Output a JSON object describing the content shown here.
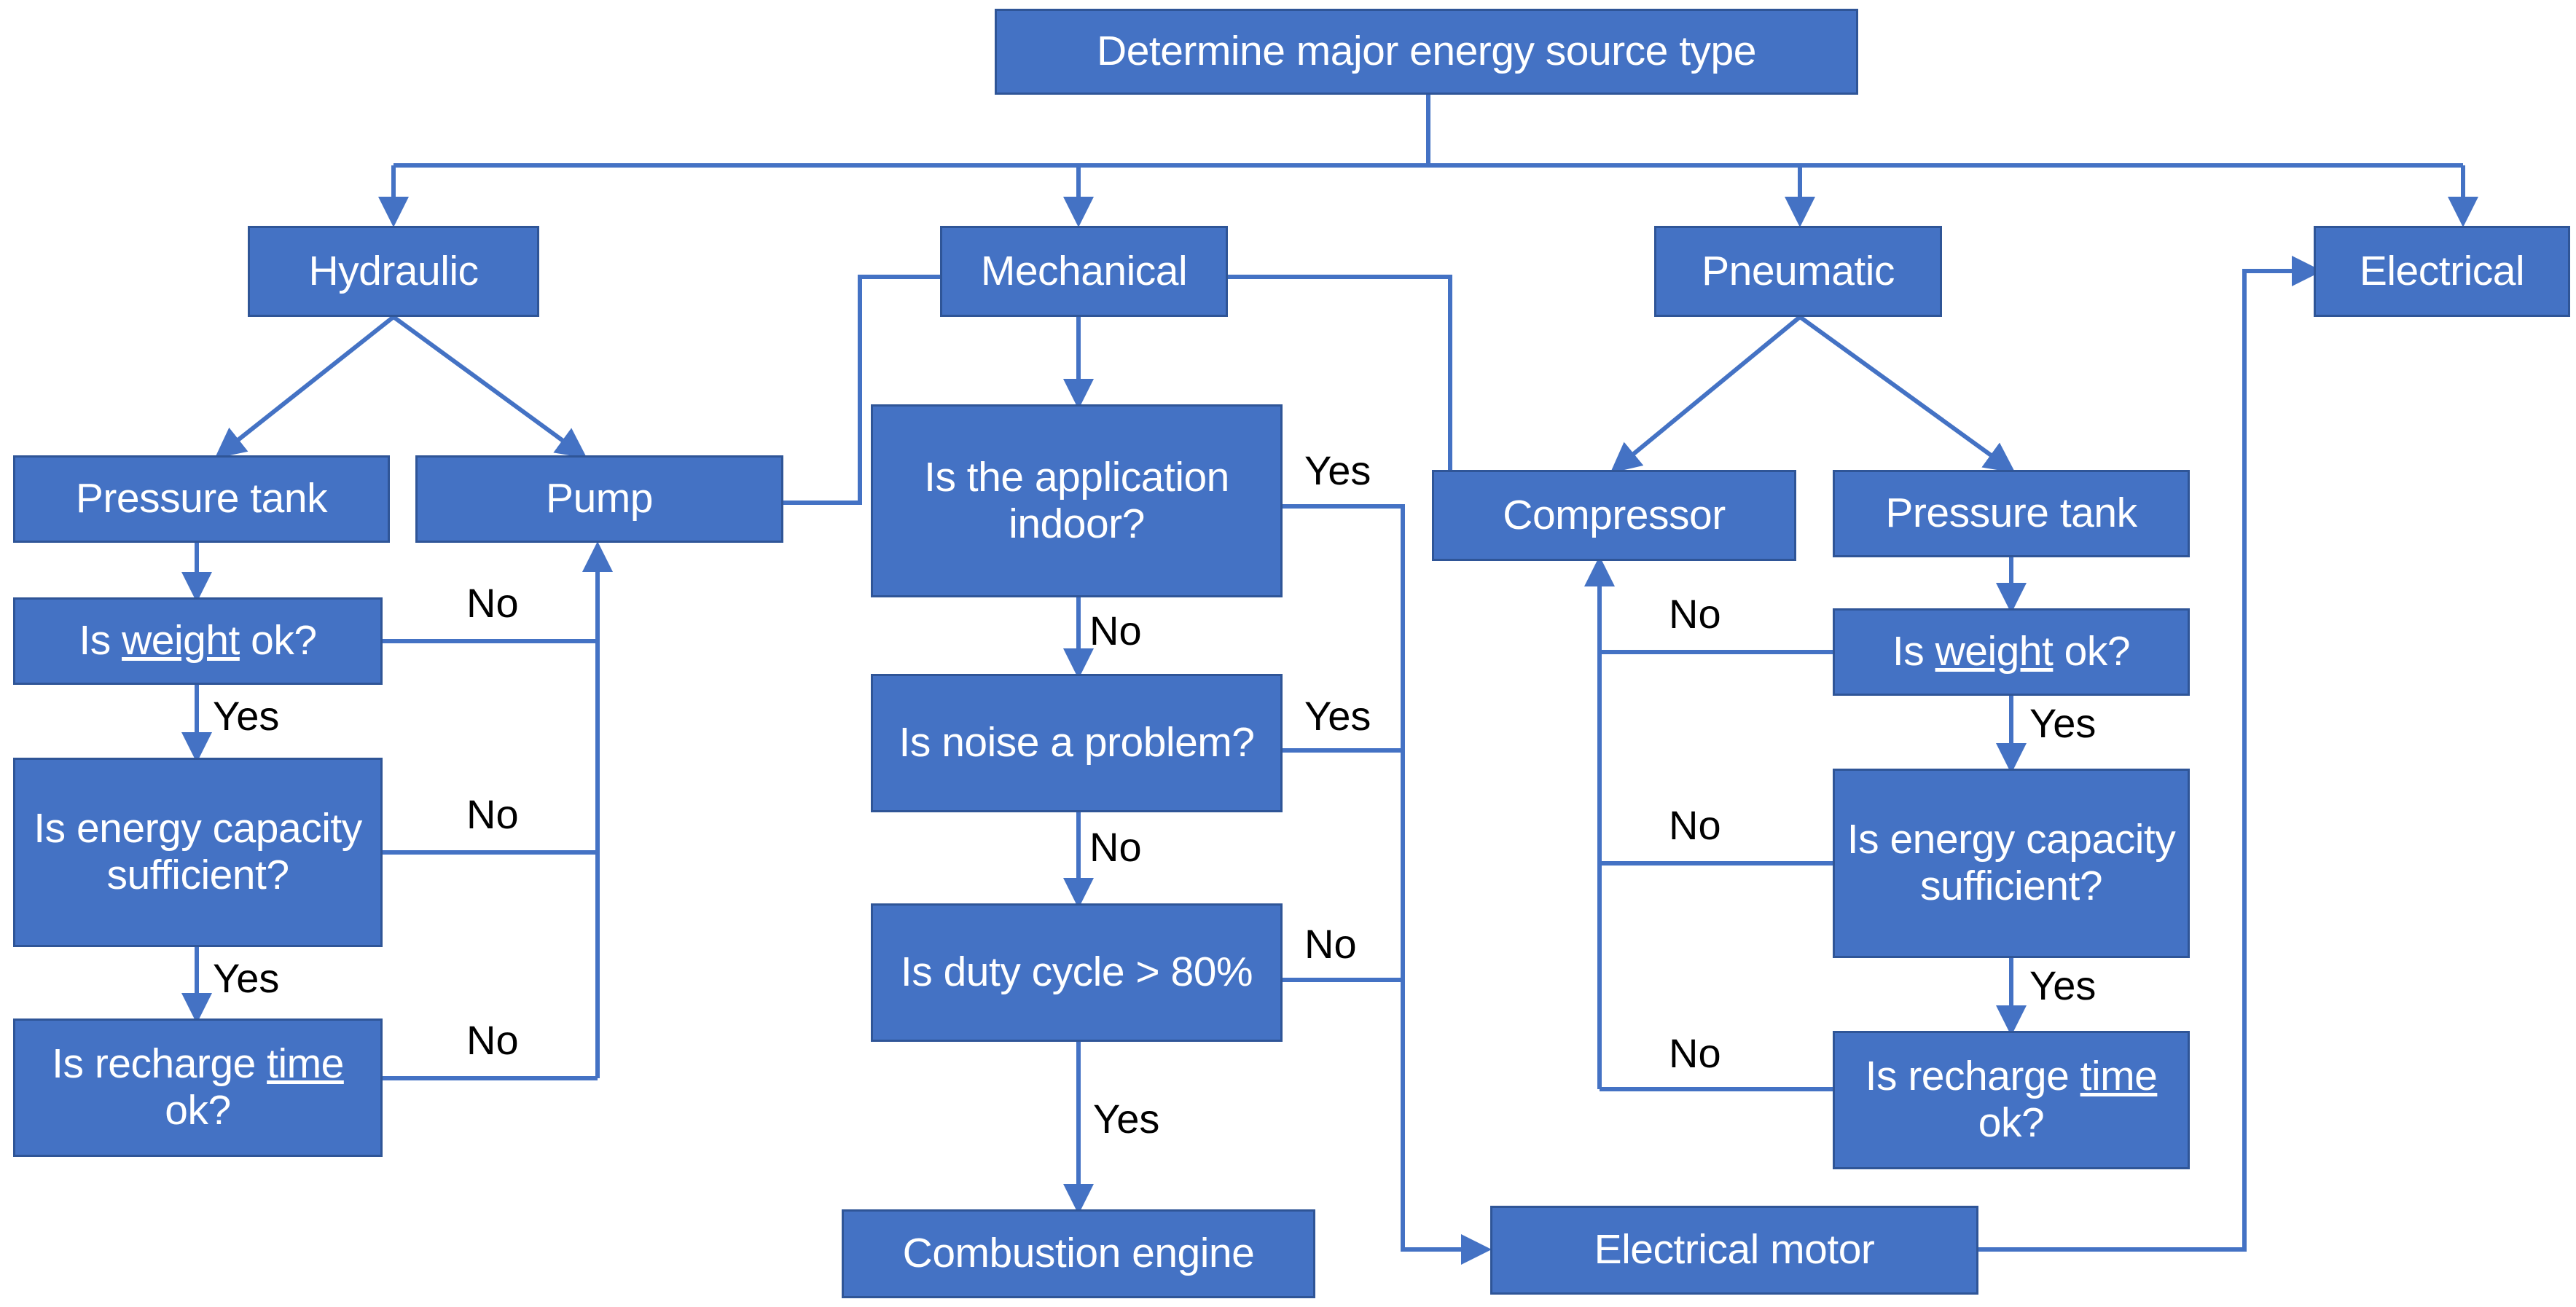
{
  "diagram": {
    "title": "Determine major energy source type",
    "colors": {
      "node_fill": "#4472C4",
      "node_border": "#2F5597",
      "node_text": "#FFFFFF",
      "edge": "#4472C4",
      "label_text": "#000000",
      "background": "#FFFFFF"
    },
    "nodes": {
      "root": "Determine major energy source type",
      "hydraulic": "Hydraulic",
      "mechanical": "Mechanical",
      "pneumatic": "Pneumatic",
      "electrical": "Electrical",
      "h_pressure_tank": "Pressure tank",
      "h_pump": "Pump",
      "h_weight": {
        "pre": "Is ",
        "u": "weight",
        "post": " ok?"
      },
      "h_energy": "Is energy capacity sufficient?",
      "h_recharge": {
        "pre": "Is recharge ",
        "u": "time",
        "post": " ok?"
      },
      "m_indoor": "Is the application indoor?",
      "m_noise": "Is noise a problem?",
      "m_duty": "Is duty cycle > 80%",
      "m_combustion": "Combustion engine",
      "p_compressor": "Compressor",
      "p_pressure_tank": "Pressure tank",
      "p_weight": {
        "pre": "Is ",
        "u": "weight",
        "post": " ok?"
      },
      "p_energy": "Is energy capacity sufficient?",
      "p_recharge": {
        "pre": "Is recharge ",
        "u": "time",
        "post": " ok?"
      },
      "electrical_motor": "Electrical motor"
    },
    "edge_labels": {
      "h_weight_no": "No",
      "h_weight_yes": "Yes",
      "h_energy_no": "No",
      "h_energy_yes": "Yes",
      "h_recharge_no": "No",
      "m_indoor_yes": "Yes",
      "m_indoor_no": "No",
      "m_noise_yes": "Yes",
      "m_noise_no": "No",
      "m_duty_no": "No",
      "m_duty_yes": "Yes",
      "p_weight_no": "No",
      "p_weight_yes": "Yes",
      "p_energy_no": "No",
      "p_energy_yes": "Yes",
      "p_recharge_no": "No"
    }
  }
}
